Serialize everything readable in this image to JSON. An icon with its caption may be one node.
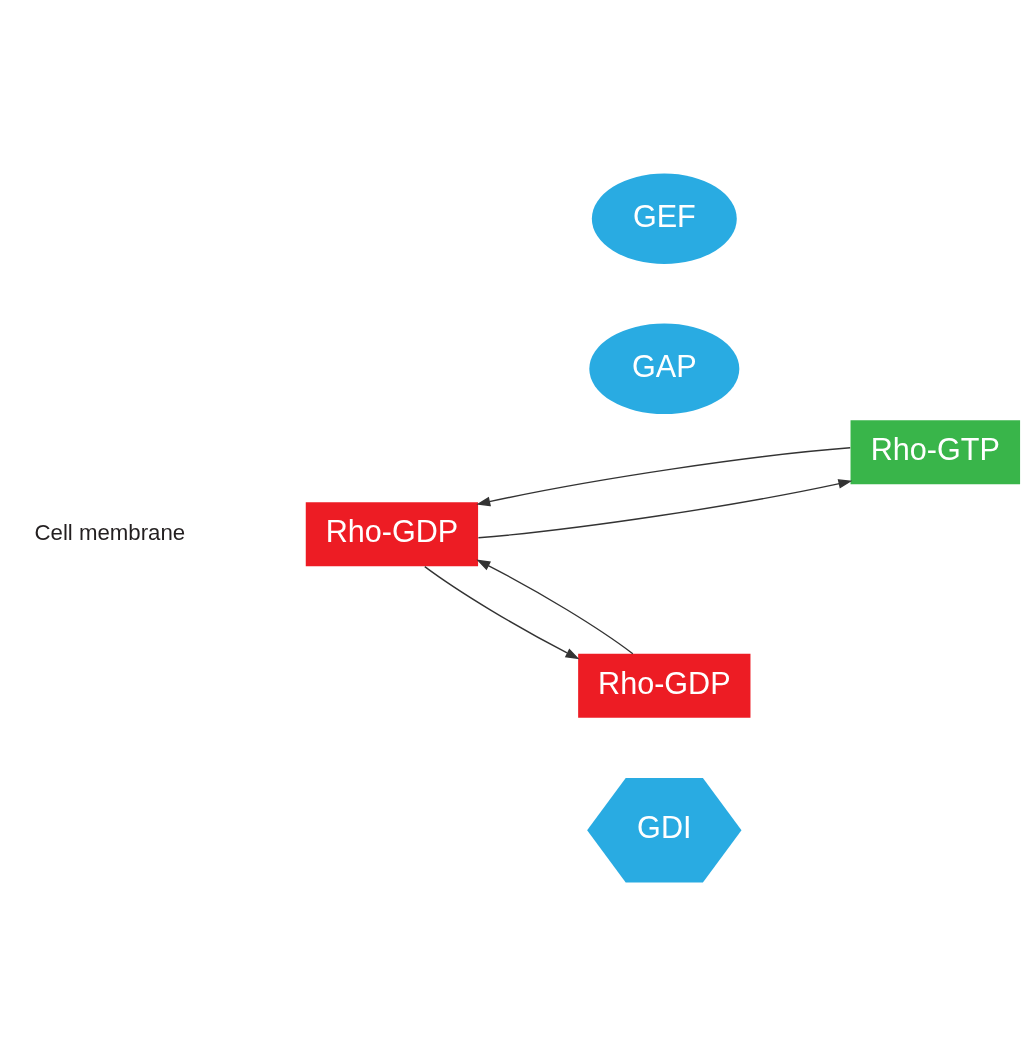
{
  "diagram": {
    "nodes": [
      {
        "text": [
          "Rho-GDP"
        ]
      },
      {
        "text": [
          "GEF"
        ]
      },
      {
        "text": [
          "Rho-GTP"
        ]
      },
      {
        "text": [
          "GAP"
        ]
      },
      {
        "text": [
          "Rho-GDP"
        ]
      },
      {
        "text": [
          "GDI"
        ]
      }
    ],
    "edges": [
      {
        "from": 0,
        "to": 2,
        "arrow": "to"
      },
      {
        "from": 2,
        "to": 0,
        "arrow": "to"
      },
      {
        "from": 0,
        "to": 4,
        "arrow": "to"
      },
      {
        "from": 4,
        "to": 0,
        "arrow": "to"
      }
    ],
    "labels": [
      "Cell membrane"
    ]
  }
}
